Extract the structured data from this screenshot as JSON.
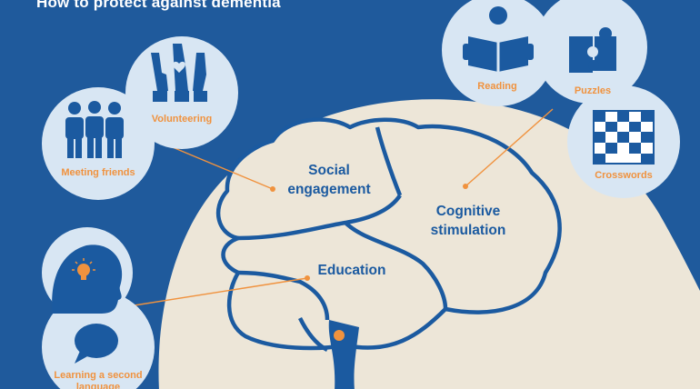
{
  "title": "How to protect against dementia",
  "colors": {
    "background": "#1f5a9c",
    "head": "#ede6d8",
    "circle": "#d8e6f3",
    "accent": "#f0923e",
    "outline": "#1b5aa0"
  },
  "regions": {
    "social": [
      "Social",
      "engagement"
    ],
    "cognitive": [
      "Cognitive",
      "stimulation"
    ],
    "education": "Education"
  },
  "activities": {
    "reading": {
      "label": "Reading",
      "icon": "reading-person-icon"
    },
    "puzzles": {
      "label": "Puzzles",
      "icon": "puzzle-piece-icon"
    },
    "crosswords": {
      "label": "Crosswords",
      "icon": "crossword-grid-icon"
    },
    "volunteering": {
      "label": "Volunteering",
      "icon": "raised-hands-heart-icon"
    },
    "meeting_friends": {
      "label": "Meeting friends",
      "icon": "group-people-icon"
    },
    "learning_language": {
      "label": [
        "Learning a second",
        "language"
      ],
      "icon": "speech-bubble-icon"
    },
    "thinking": {
      "icon": "head-lightbulb-icon"
    }
  }
}
